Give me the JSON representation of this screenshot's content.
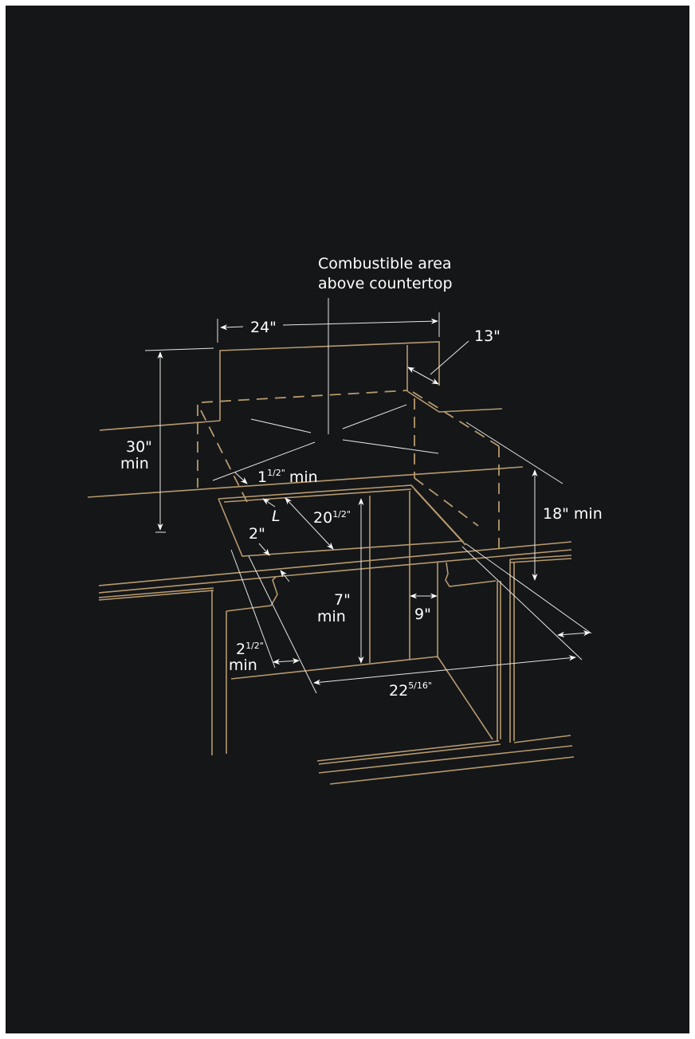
{
  "diagram": {
    "title_line1": "Combustible area",
    "title_line2": "above countertop",
    "colors": {
      "background": "#151618",
      "frame": "#ffffff",
      "structure_lines": "#b69a6e",
      "dimension_lines": "#e6e6e6",
      "text": "#ffffff"
    },
    "dimensions": {
      "width_top": "24\"",
      "depth_top": "13\"",
      "height_above": {
        "value": "30\"",
        "qualifier": "min"
      },
      "front_clearance": {
        "whole": "1",
        "fraction": "1/2\"",
        "qualifier": "min"
      },
      "lip_label": "L",
      "cutout_depth": {
        "whole": "20",
        "fraction": "1/2\""
      },
      "front_edge": "2\"",
      "side_clearance_right": {
        "value": "18\"",
        "qualifier": "min"
      },
      "below_depth": {
        "value": "7\"",
        "qualifier": "min"
      },
      "drawer_offset": "9\"",
      "side_clearance_left": {
        "whole": "2",
        "fraction": "1/2\"",
        "qualifier": "min"
      },
      "cutout_width": {
        "whole": "22",
        "fraction": "5/16\""
      }
    }
  }
}
